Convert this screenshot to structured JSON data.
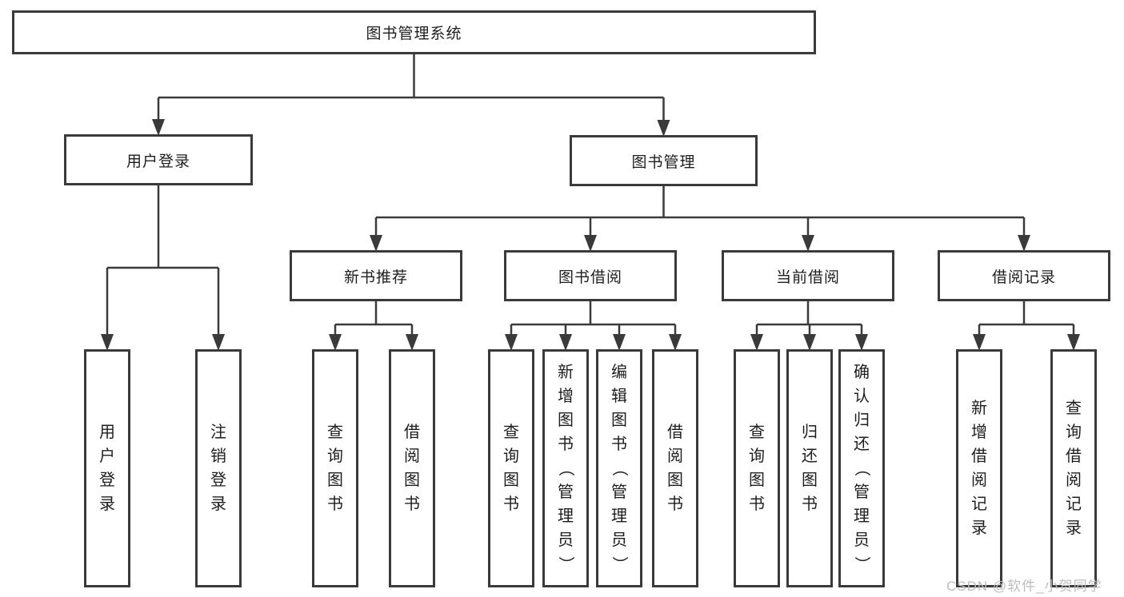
{
  "diagram": {
    "title": "图书管理系统",
    "watermark": "CSDN @软件_小贺同学",
    "colors": {
      "line": "#3a3a3a",
      "border": "#3a3a3a",
      "text": "#1d1d1d",
      "watermark": "#bdbdbd",
      "background": "#ffffff"
    }
  },
  "nodes": [
    {
      "id": "root",
      "label": "图书管理系统",
      "orientation": "horizontal"
    },
    {
      "id": "user-login",
      "label": "用户登录",
      "orientation": "horizontal"
    },
    {
      "id": "book-mgmt",
      "label": "图书管理",
      "orientation": "horizontal"
    },
    {
      "id": "new-book-rec",
      "label": "新书推荐",
      "orientation": "horizontal"
    },
    {
      "id": "book-borrow",
      "label": "图书借阅",
      "orientation": "horizontal"
    },
    {
      "id": "current-borrow",
      "label": "当前借阅",
      "orientation": "horizontal"
    },
    {
      "id": "borrow-records",
      "label": "借阅记录",
      "orientation": "horizontal"
    },
    {
      "id": "leaf-user-login",
      "label": "用户登录",
      "orientation": "vertical"
    },
    {
      "id": "leaf-logout",
      "label": "注销登录",
      "orientation": "vertical"
    },
    {
      "id": "rec-query-book",
      "label": "查询图书",
      "orientation": "vertical"
    },
    {
      "id": "rec-borrow-book",
      "label": "借阅图书",
      "orientation": "vertical"
    },
    {
      "id": "bb-query-book",
      "label": "查询图书",
      "orientation": "vertical"
    },
    {
      "id": "bb-add-book",
      "label": "新增图书（管理员）",
      "orientation": "vertical"
    },
    {
      "id": "bb-edit-book",
      "label": "编辑图书（管理员）",
      "orientation": "vertical"
    },
    {
      "id": "bb-borrow-book",
      "label": "借阅图书",
      "orientation": "vertical"
    },
    {
      "id": "cb-query-book",
      "label": "查询图书",
      "orientation": "vertical"
    },
    {
      "id": "cb-return-book",
      "label": "归还图书",
      "orientation": "vertical"
    },
    {
      "id": "cb-confirm",
      "label": "确认归还（管理员）",
      "orientation": "vertical"
    },
    {
      "id": "br-add-record",
      "label": "新增借阅记录",
      "orientation": "vertical"
    },
    {
      "id": "br-query-record",
      "label": "查询借阅记录",
      "orientation": "vertical"
    }
  ],
  "edges": [
    [
      "root",
      "user-login"
    ],
    [
      "root",
      "book-mgmt"
    ],
    [
      "user-login",
      "leaf-user-login"
    ],
    [
      "user-login",
      "leaf-logout"
    ],
    [
      "book-mgmt",
      "new-book-rec"
    ],
    [
      "book-mgmt",
      "book-borrow"
    ],
    [
      "book-mgmt",
      "current-borrow"
    ],
    [
      "book-mgmt",
      "borrow-records"
    ],
    [
      "new-book-rec",
      "rec-query-book"
    ],
    [
      "new-book-rec",
      "rec-borrow-book"
    ],
    [
      "book-borrow",
      "bb-query-book"
    ],
    [
      "book-borrow",
      "bb-add-book"
    ],
    [
      "book-borrow",
      "bb-edit-book"
    ],
    [
      "book-borrow",
      "bb-borrow-book"
    ],
    [
      "current-borrow",
      "cb-query-book"
    ],
    [
      "current-borrow",
      "cb-return-book"
    ],
    [
      "current-borrow",
      "cb-confirm"
    ],
    [
      "borrow-records",
      "br-add-record"
    ],
    [
      "borrow-records",
      "br-query-record"
    ]
  ]
}
